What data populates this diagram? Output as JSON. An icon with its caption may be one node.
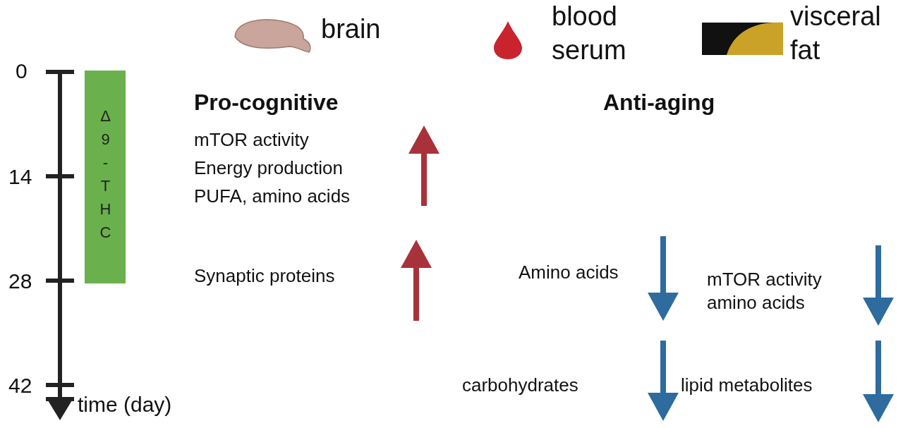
{
  "diagram": {
    "nodes": [
      {
        "text": [
          "Δ9-THC"
        ]
      }
    ],
    "edges": [],
    "labels": [
      "brain",
      "blood serum",
      "visceral fat",
      "0",
      "Pro-cognitive",
      "Anti-aging",
      "mTOR activity",
      "14",
      "Energy production",
      "PUFA, amino acids",
      "28",
      "Synaptic proteins",
      "Amino acids",
      "mTOR activity amino acids",
      "42",
      "time (day)",
      "carbohydrates",
      "lipid metabolites"
    ]
  }
}
